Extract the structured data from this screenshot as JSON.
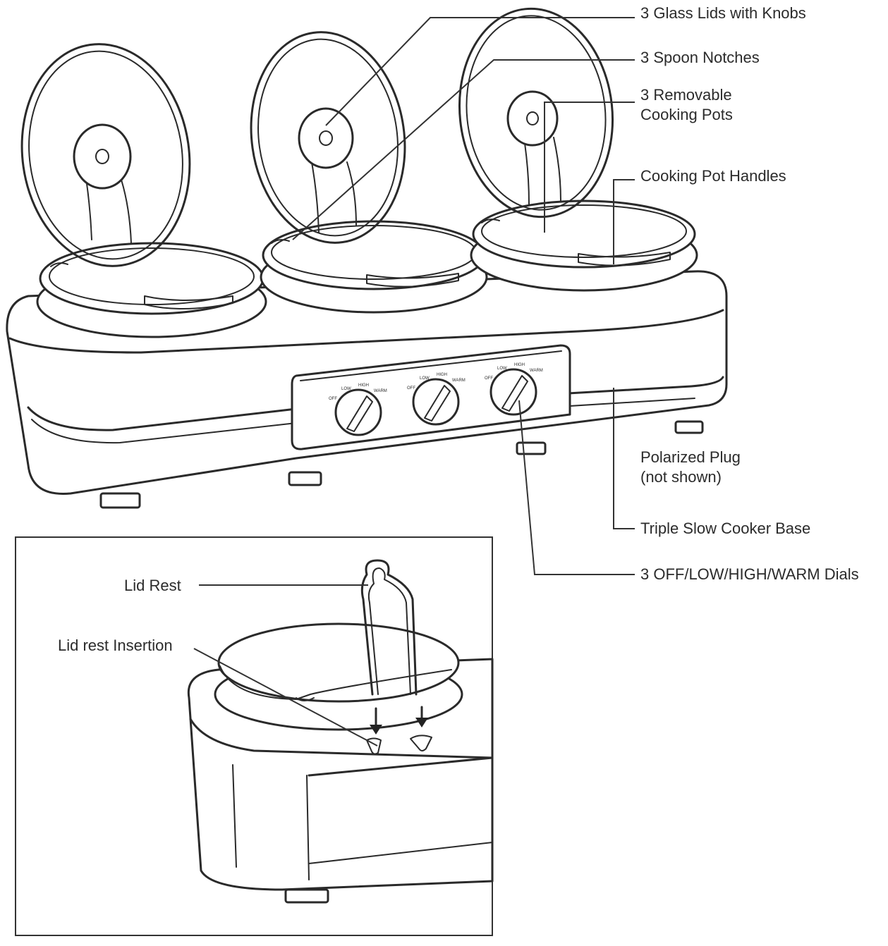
{
  "figure": {
    "labels": {
      "glass_lids": "3 Glass Lids with Knobs",
      "spoon_notches": "3 Spoon Notches",
      "removable_pots_line1": "3 Removable",
      "removable_pots_line2": "Cooking Pots",
      "pot_handles": "Cooking Pot Handles",
      "polarized_plug_line1": "Polarized Plug",
      "polarized_plug_line2": "(not shown)",
      "base": "Triple Slow Cooker Base",
      "dials": "3 OFF/LOW/HIGH/WARM Dials"
    },
    "inset": {
      "lid_rest": "Lid Rest",
      "lid_rest_insertion": "Lid rest Insertion"
    },
    "dial_marks": [
      "OFF",
      "LOW",
      "HIGH",
      "WARM"
    ]
  }
}
